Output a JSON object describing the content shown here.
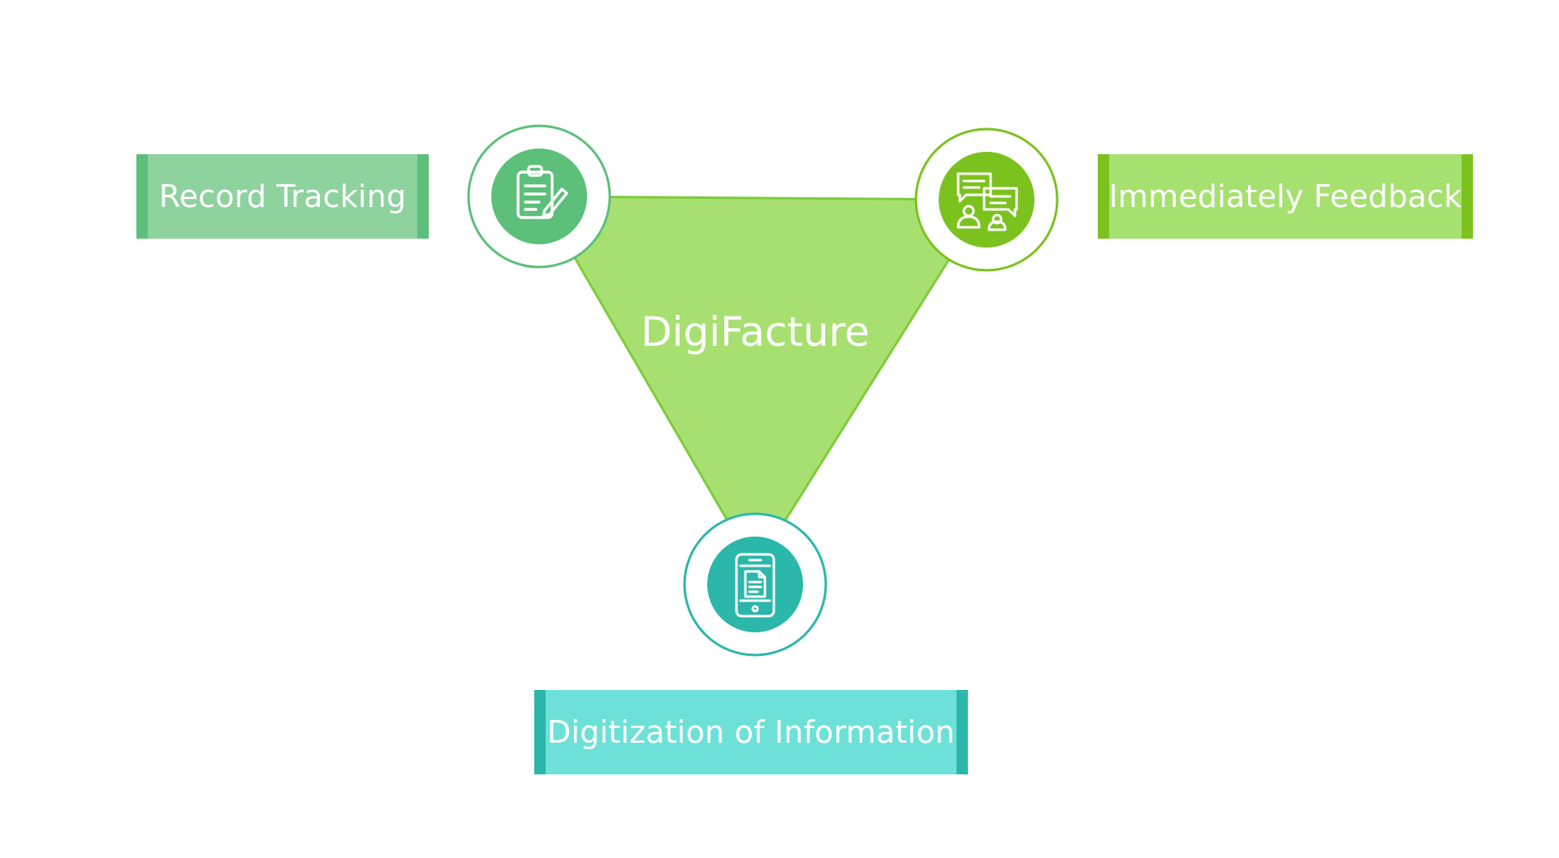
{
  "center": {
    "title": "DigiFacture"
  },
  "nodes": [
    {
      "label": "Record Tracking",
      "icon": "clipboard-edit-icon",
      "color": "#5cbf7a",
      "box_color": "#8ed29e"
    },
    {
      "label": "Immediately Feedback",
      "icon": "chat-people-icon",
      "color": "#7cc21f",
      "box_color": "#a6e06e"
    },
    {
      "label": "Digitization of Information",
      "icon": "mobile-document-icon",
      "color": "#2bb7aa",
      "box_color": "#6de1d8"
    }
  ],
  "triangle_fill": "#a7e070",
  "triangle_stroke": "#7dcc3a"
}
